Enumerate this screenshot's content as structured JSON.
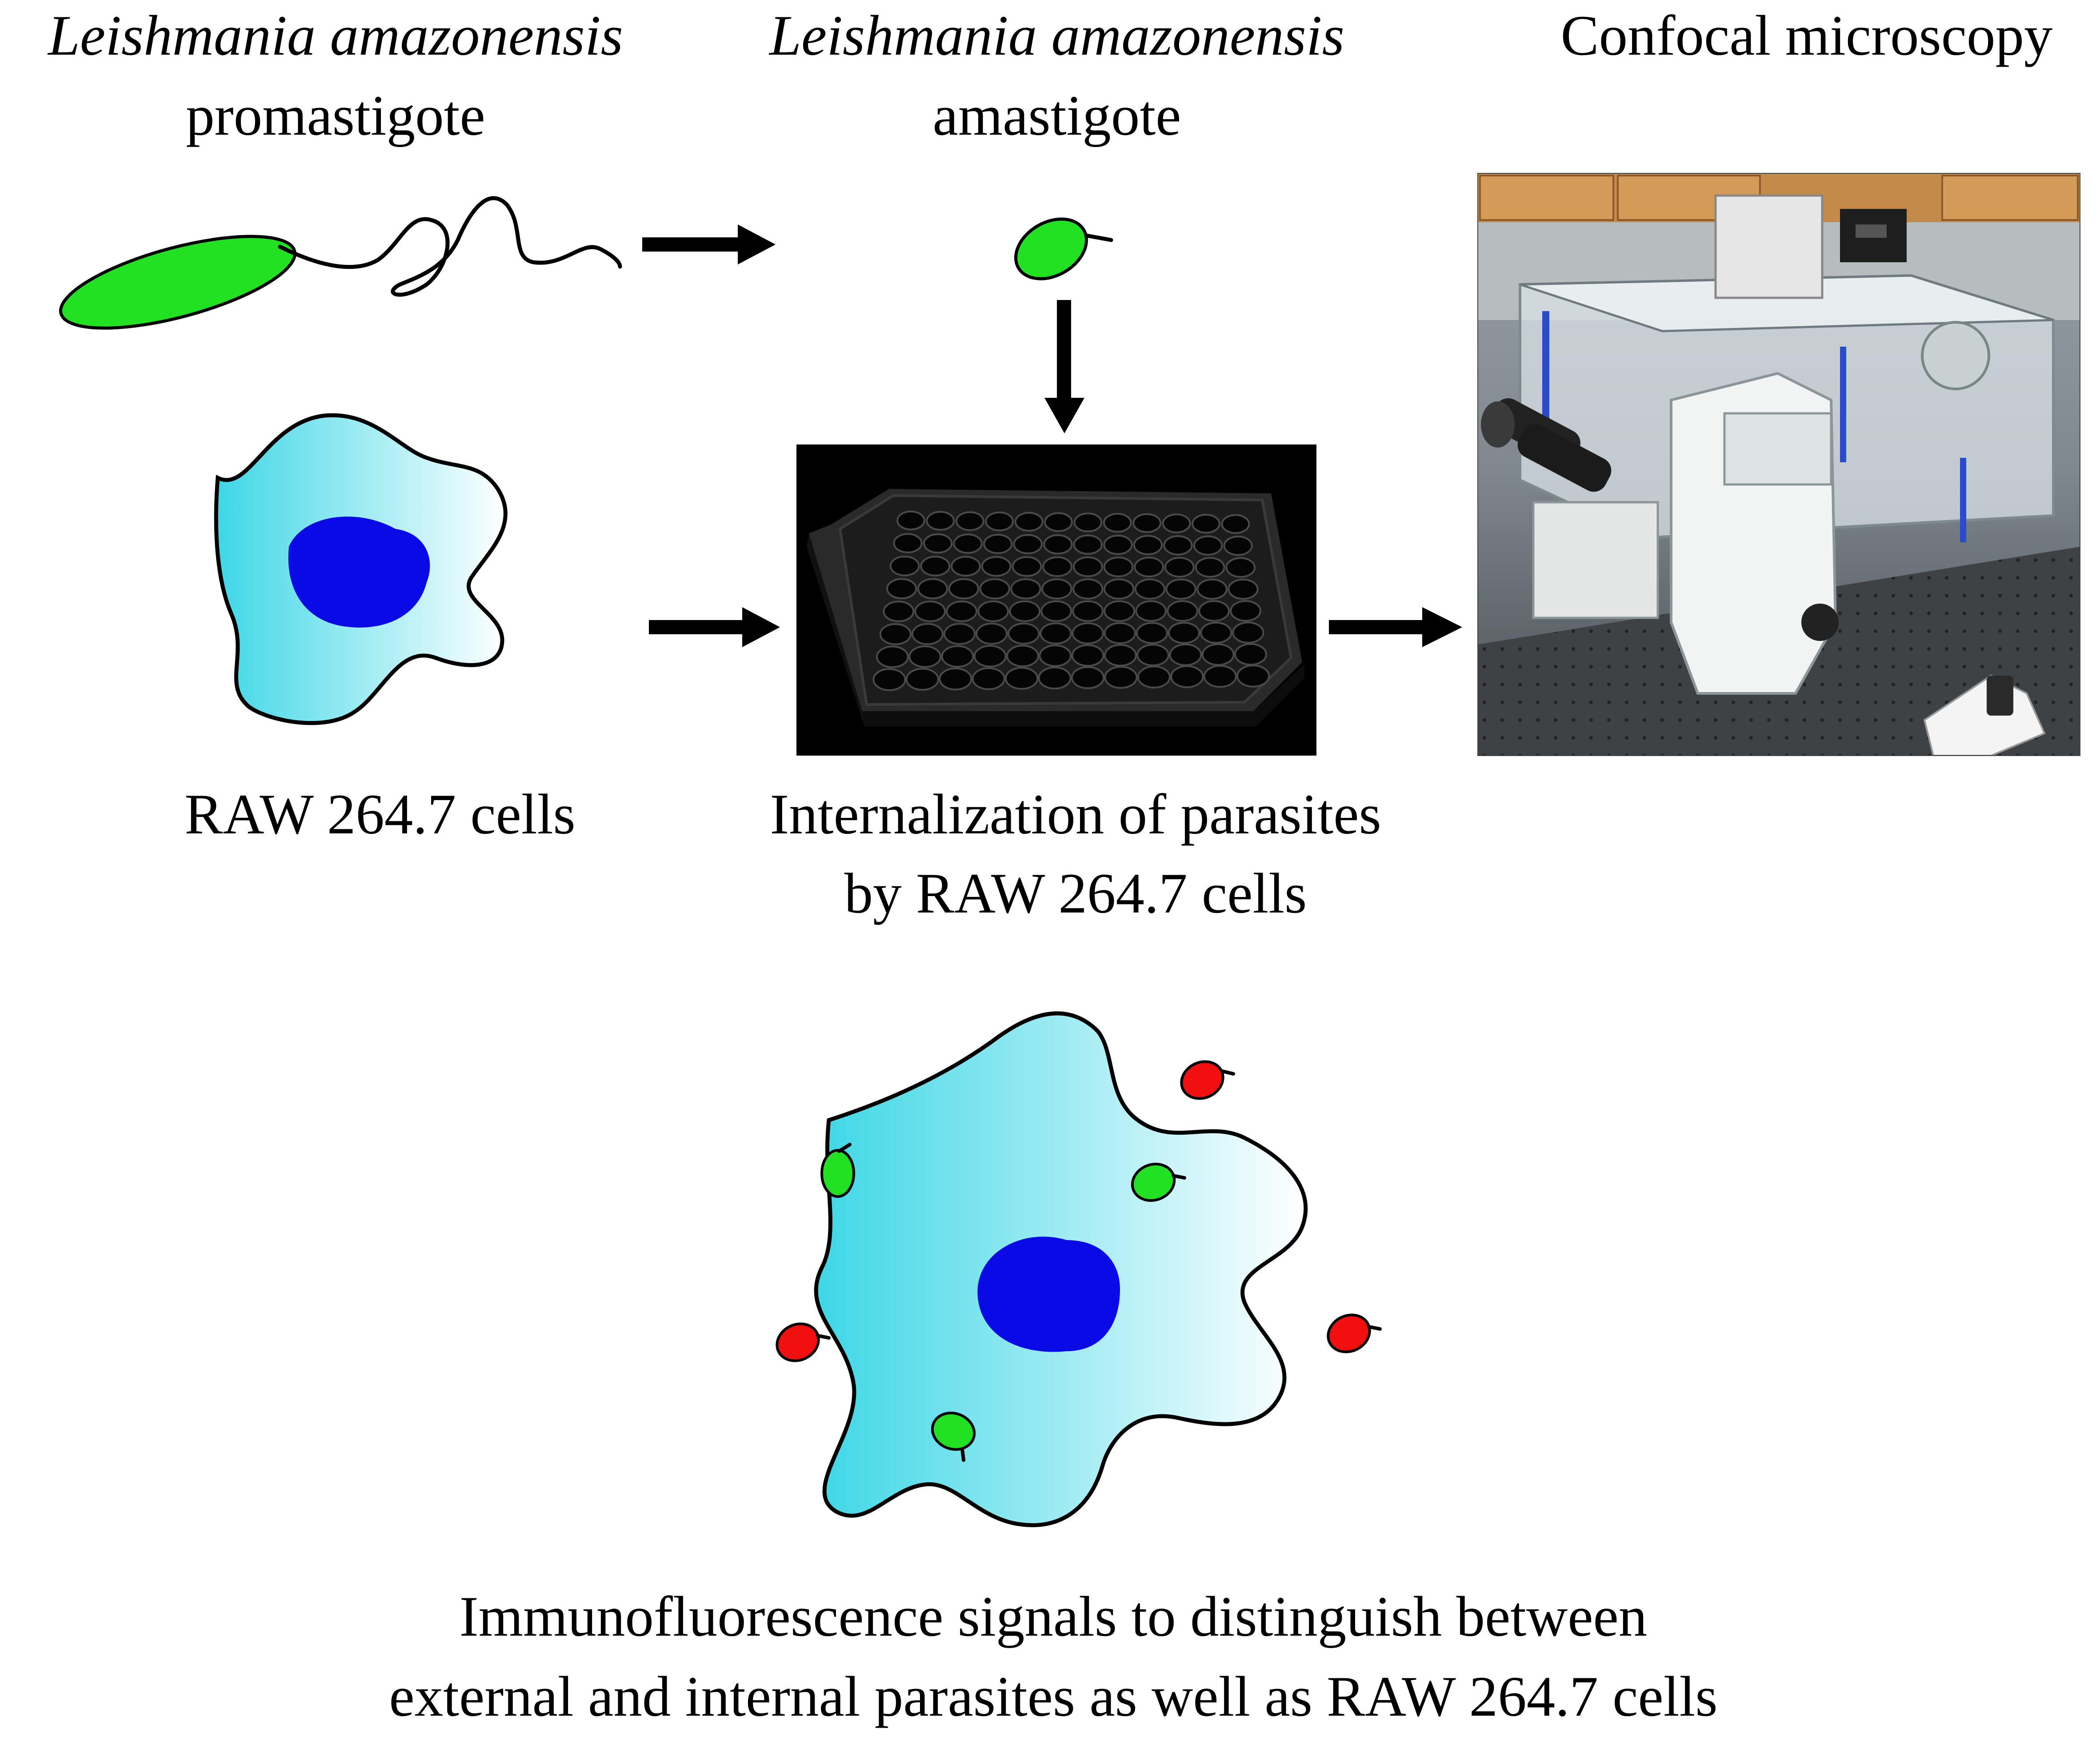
{
  "labels": {
    "promastigote_species": "Leishmania amazonensis",
    "promastigote_stage": "promastigote",
    "amastigote_species": "Leishmania amazonensis",
    "amastigote_stage": "amastigote",
    "microscope": "Confocal microscopy",
    "raw_cells": "RAW 264.7 cells",
    "internalization_line1": "Internalization of parasites",
    "internalization_line2": "by RAW 264.7 cells",
    "caption_line1": "Immunofluorescence signals to distinguish between",
    "caption_line2": "external and internal parasites as well as RAW 264.7 cells"
  },
  "colors": {
    "parasite_internal": "#22e022",
    "parasite_external": "#f01010",
    "nucleus": "#0a0ae6",
    "cell_gradient_start": "#3dd7e6",
    "cell_gradient_end": "#ffffff",
    "arrow": "#000000",
    "plate": "#1c1c1c"
  },
  "icons": {
    "promastigote": "promastigote-icon",
    "amastigote": "amastigote-icon",
    "macrophage": "macrophage-cell-icon",
    "well_plate": "96-well-plate-icon",
    "microscope": "confocal-microscope-photo"
  }
}
